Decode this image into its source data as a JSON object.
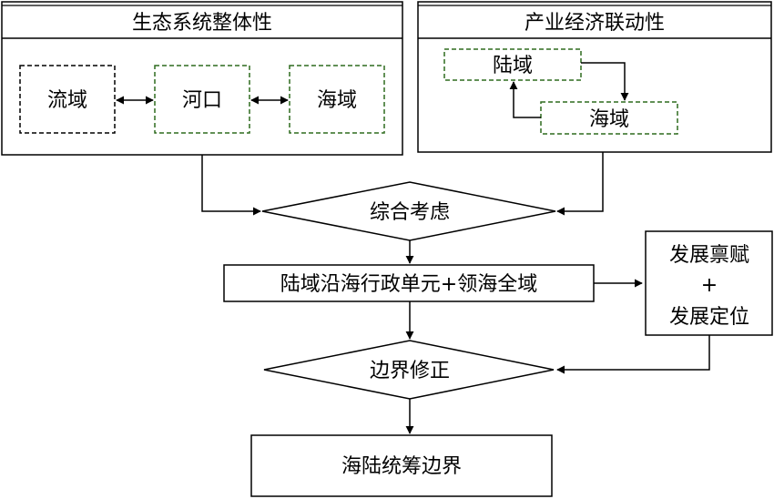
{
  "panels": {
    "ecology": {
      "title": "生态系统整体性",
      "nodes": [
        "流域",
        "河口",
        "海域"
      ]
    },
    "industry": {
      "title": "产业经济联动性",
      "nodes": [
        "陆域",
        "海域"
      ]
    }
  },
  "flow": {
    "consider": "综合考虑",
    "unit": "陆域沿海行政单元+领海全域",
    "endowment_line1": "发展禀赋",
    "endowment_plus": "+",
    "endowment_line2": "发展定位",
    "revise": "边界修正",
    "result": "海陆统筹边界"
  },
  "colors": {
    "line": "#000000",
    "dashed_black": "#000000",
    "dashed_green": "#2e6b1f"
  }
}
